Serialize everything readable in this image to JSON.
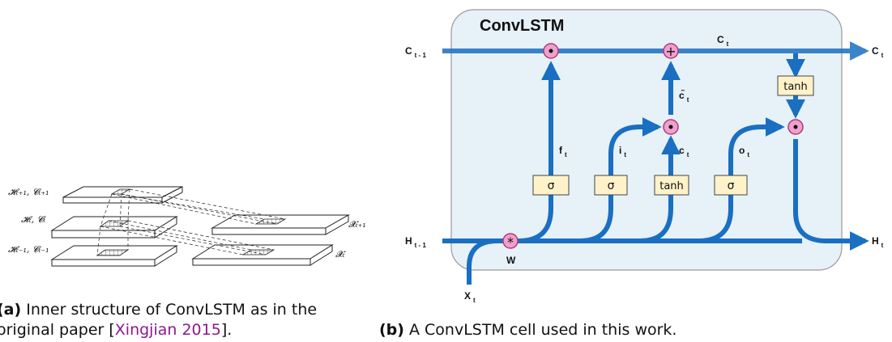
{
  "left_panel": {
    "labels": {
      "h_next": "𝓗ₜ₊₁, 𝓒ₜ₊₁",
      "h_curr": "𝓗ₜ, 𝓒ₜ",
      "h_prev": "𝓗ₜ₋₁, 𝓒ₜ₋₁",
      "x_next": "𝓧ₜ₊₁",
      "x_curr": "𝓧ₜ"
    },
    "caption": {
      "tag": "(a)",
      "text_line1": " Inner structure of ConvLSTM as in the",
      "text_line2_a": "original paper [",
      "citation": "Xingjian 2015",
      "text_line2_b": "]."
    }
  },
  "right_panel": {
    "title": "ConvLSTM",
    "labels": {
      "c_prev_main": "C",
      "c_prev_sub": "t - 1",
      "c_next_main": "C",
      "c_next_sub": "t",
      "c_top_main": "C",
      "c_top_sub": "t",
      "h_prev_main": "H",
      "h_prev_sub": "t - 1",
      "h_next_main": "H",
      "h_next_sub": "t",
      "x_main": "X",
      "x_sub": "t",
      "w": "W",
      "f_main": "f",
      "f_sub": "t",
      "i_main": "i",
      "i_sub": "t",
      "c_main": "c",
      "c_sub": "t",
      "o_main": "o",
      "o_sub": "t",
      "ctilde_main": "c̃",
      "ctilde_sub": "t"
    },
    "gates": {
      "sigma": "σ",
      "tanh": "tanh"
    },
    "ops": {
      "mult": "•",
      "add": "+",
      "conv": "*"
    },
    "caption": {
      "tag": "(b)",
      "text": " A ConvLSTM cell used in this work."
    }
  },
  "colors": {
    "flow": "#1a6fc1",
    "cell_bg": "#e6f1f8",
    "cell_border": "#9a9a9a",
    "gate_fill": "#fff2c8",
    "op_fill": "#f0a0cc",
    "op_border": "#b03a7a",
    "citation": "#8b1a8b"
  }
}
